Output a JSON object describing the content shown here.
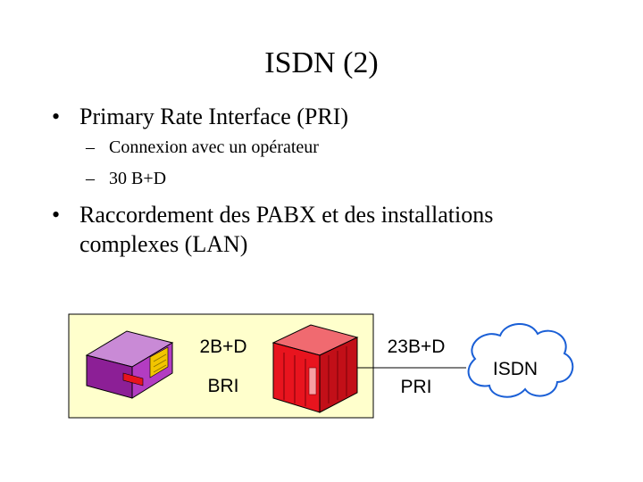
{
  "slide": {
    "title": "ISDN (2)",
    "bullets": [
      {
        "text": "Primary Rate Interface (PRI)",
        "sub": [
          "Connexion avec un opérateur",
          "30 B+D"
        ]
      },
      {
        "text_line1": "Raccordement des PABX et des installations",
        "text_line2": "complexes (LAN)"
      }
    ],
    "bullet_char": "•",
    "dash_char": "–"
  },
  "diagram": {
    "left_link": {
      "channels": "2B+D",
      "interface": "BRI"
    },
    "right_link": {
      "channels": "23B+D",
      "interface": "PRI"
    },
    "cloud_label": "ISDN",
    "colors": {
      "panel": "#ffffcc",
      "terminal_body": "#9a2aa6",
      "pabx_body": "#e8141e",
      "terminal_panel": "#f2c500"
    }
  }
}
